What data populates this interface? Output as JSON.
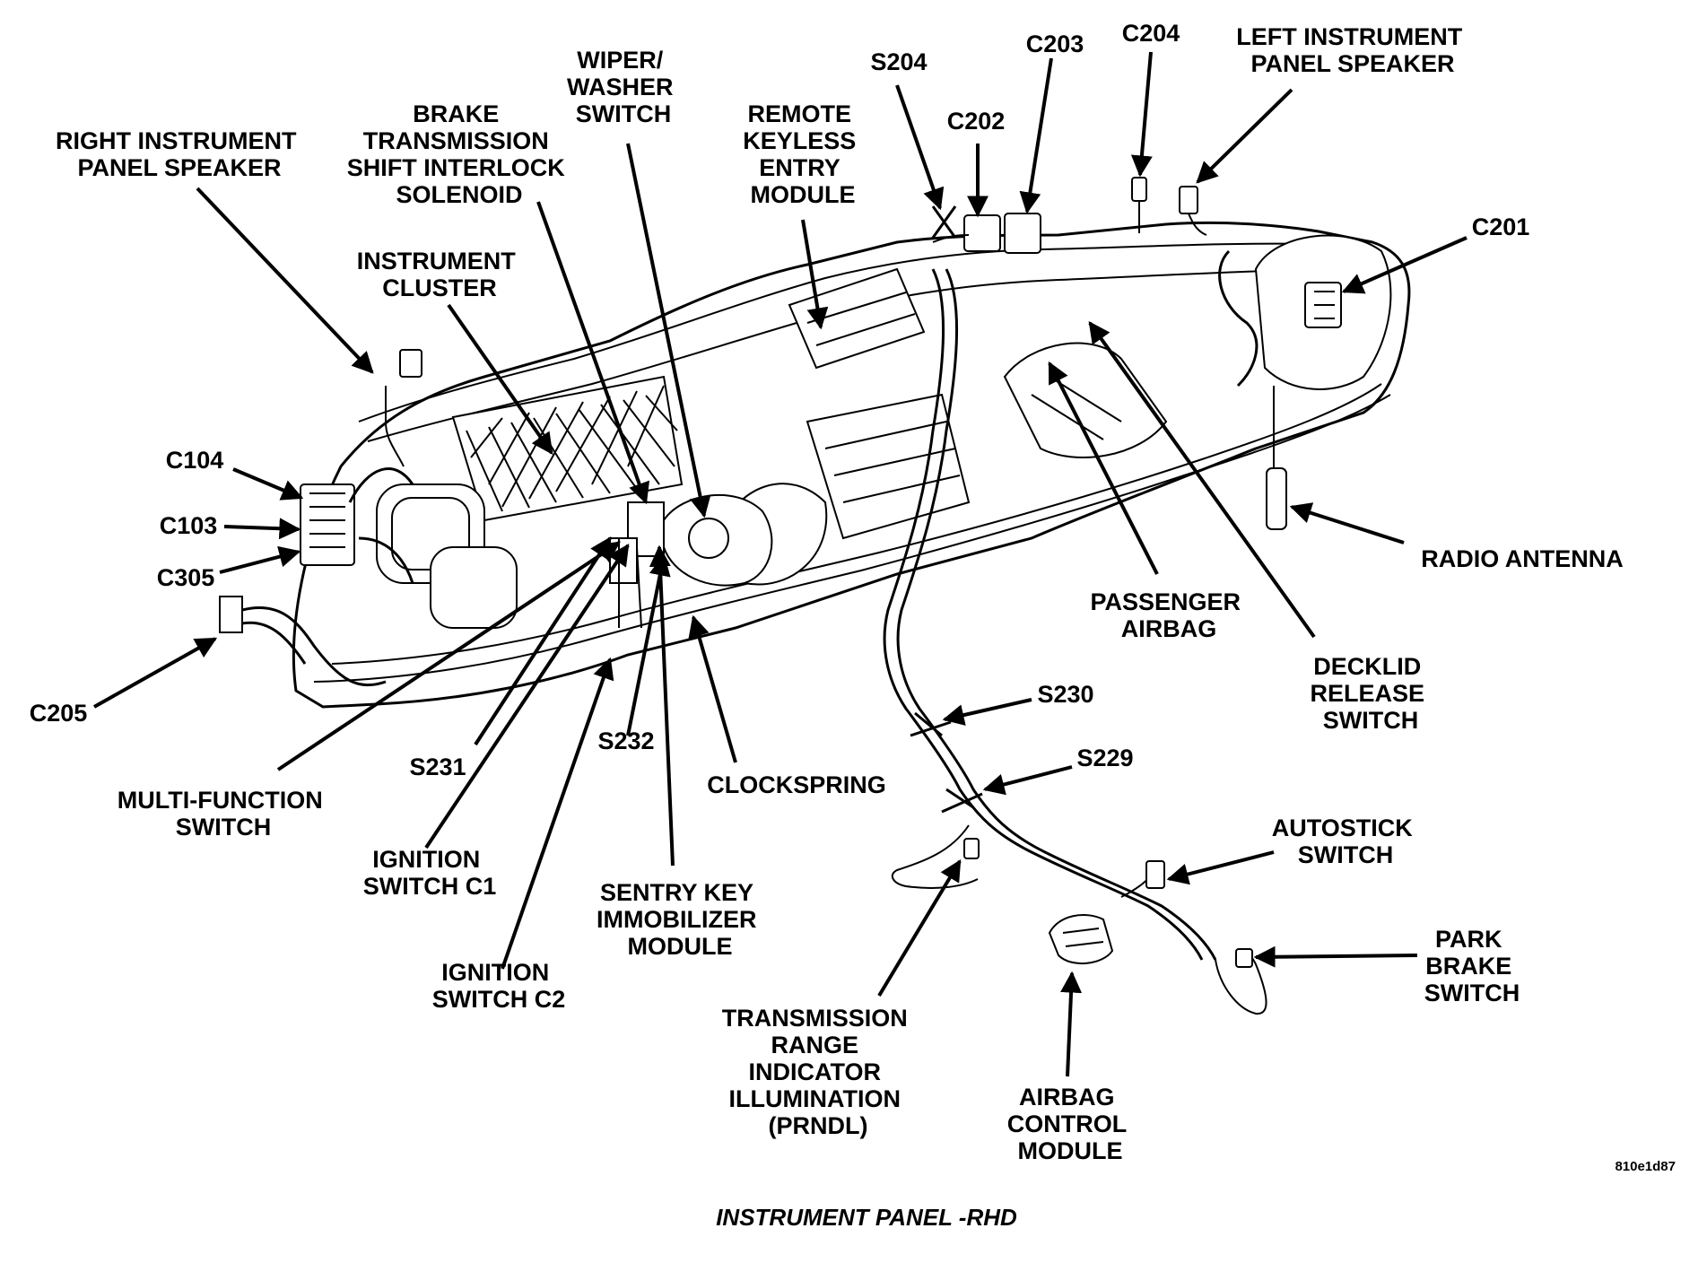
{
  "caption": "INSTRUMENT PANEL -RHD",
  "figure_code": "810e1d87",
  "labels": {
    "right_instrument_panel_speaker": [
      "RIGHT INSTRUMENT",
      "PANEL SPEAKER"
    ],
    "brake_transmission_shift_interlock_solenoid": [
      "BRAKE",
      "TRANSMISSION",
      "SHIFT INTERLOCK",
      "SOLENOID"
    ],
    "wiper_washer_switch": [
      "WIPER/",
      "WASHER",
      "SWITCH"
    ],
    "remote_keyless_entry_module": [
      "REMOTE",
      "KEYLESS",
      "ENTRY",
      "MODULE"
    ],
    "instrument_cluster": [
      "INSTRUMENT",
      "CLUSTER"
    ],
    "s204": "S204",
    "c202": "C202",
    "c203": "C203",
    "c204": "C204",
    "left_instrument_panel_speaker": [
      "LEFT INSTRUMENT",
      "PANEL SPEAKER"
    ],
    "c201": "C201",
    "c104": "C104",
    "c103": "C103",
    "c305": "C305",
    "c205": "C205",
    "radio_antenna": "RADIO ANTENNA",
    "passenger_airbag": [
      "PASSENGER",
      "AIRBAG"
    ],
    "decklid_release_switch": [
      "DECKLID",
      "RELEASE",
      "SWITCH"
    ],
    "s230": "S230",
    "s229": "S229",
    "s231": "S231",
    "s232": "S232",
    "clockspring": "CLOCKSPRING",
    "multi_function_switch": [
      "MULTI-FUNCTION",
      "SWITCH"
    ],
    "ignition_switch_c1": [
      "IGNITION",
      "SWITCH C1"
    ],
    "ignition_switch_c2": [
      "IGNITION",
      "SWITCH C2"
    ],
    "sentry_key_immobilizer_module": [
      "SENTRY KEY",
      "IMMOBILIZER",
      "MODULE"
    ],
    "autostick_switch": [
      "AUTOSTICK",
      "SWITCH"
    ],
    "park_brake_switch": [
      "PARK",
      "BRAKE",
      "SWITCH"
    ],
    "transmission_range_indicator_illumination": [
      "TRANSMISSION",
      "RANGE",
      "INDICATOR",
      "ILLUMINATION",
      "(PRNDL)"
    ],
    "airbag_control_module": [
      "AIRBAG",
      "CONTROL",
      "MODULE"
    ]
  }
}
